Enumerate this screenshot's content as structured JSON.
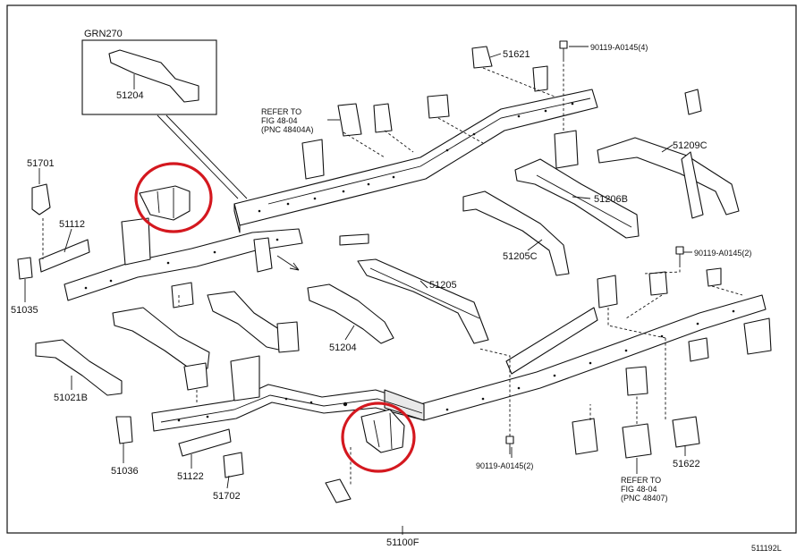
{
  "inset": {
    "title": "GRN270",
    "part": "51204"
  },
  "labels": {
    "p51621": "51621",
    "p90119_top": "90119-A0145(4)",
    "p51209C": "51209C",
    "p51206B": "51206B",
    "p51205C": "51205C",
    "p90119_right": "90119-A0145(2)",
    "p51205": "51205",
    "p51204": "51204",
    "p51701": "51701",
    "p51112": "51112",
    "p51035": "51035",
    "p51021B": "51021B",
    "p51036": "51036",
    "p51122": "51122",
    "p51702": "51702",
    "p90119_bottom": "90119-A0145(2)",
    "p51622": "51622",
    "p51100F": "51100F",
    "diagram_id": "511192L"
  },
  "refer_top": [
    "REFER TO",
    "FIG 48-04",
    "(PNC 48404A)"
  ],
  "refer_bottom": [
    "REFER TO",
    "FIG 48-04",
    "(PNC 48407)"
  ],
  "highlight_color": "#d4181f"
}
